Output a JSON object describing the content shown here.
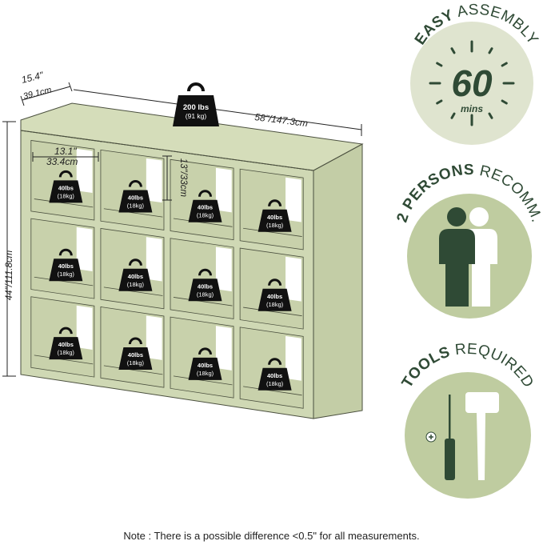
{
  "shelf": {
    "dim_depth_in": "15.4\"",
    "dim_depth_cm": "39.1cm",
    "dim_width": "58\"/147.3cm",
    "dim_height": "44\"/111.8cm",
    "cube_width_in": "13.1\"",
    "cube_width_cm": "33.4cm",
    "cube_height": "13\"/33cm",
    "top_load_1": "200 lbs",
    "top_load_2": "(91 kg)",
    "cube_load_1": "40lbs",
    "cube_load_2": "(18kg)"
  },
  "badges": {
    "assembly": {
      "title_bold": "EASY",
      "title_rest": "ASSEMBLY",
      "time": "60",
      "unit": "mins"
    },
    "persons": {
      "title_bold": "2 PERSONS",
      "title_rest": "RECOMM."
    },
    "tools": {
      "title_bold": "TOOLS",
      "title_rest": "REQUIRED"
    }
  },
  "colors": {
    "shelf": "#cfd8b4",
    "shelf_edge": "#4a4f3e",
    "badge_light": "#dfe4cf",
    "badge_mid": "#bfcca0",
    "dark_green": "#2f4a35"
  },
  "note": "Note : There is a possible difference <0.5\" for all measurements."
}
